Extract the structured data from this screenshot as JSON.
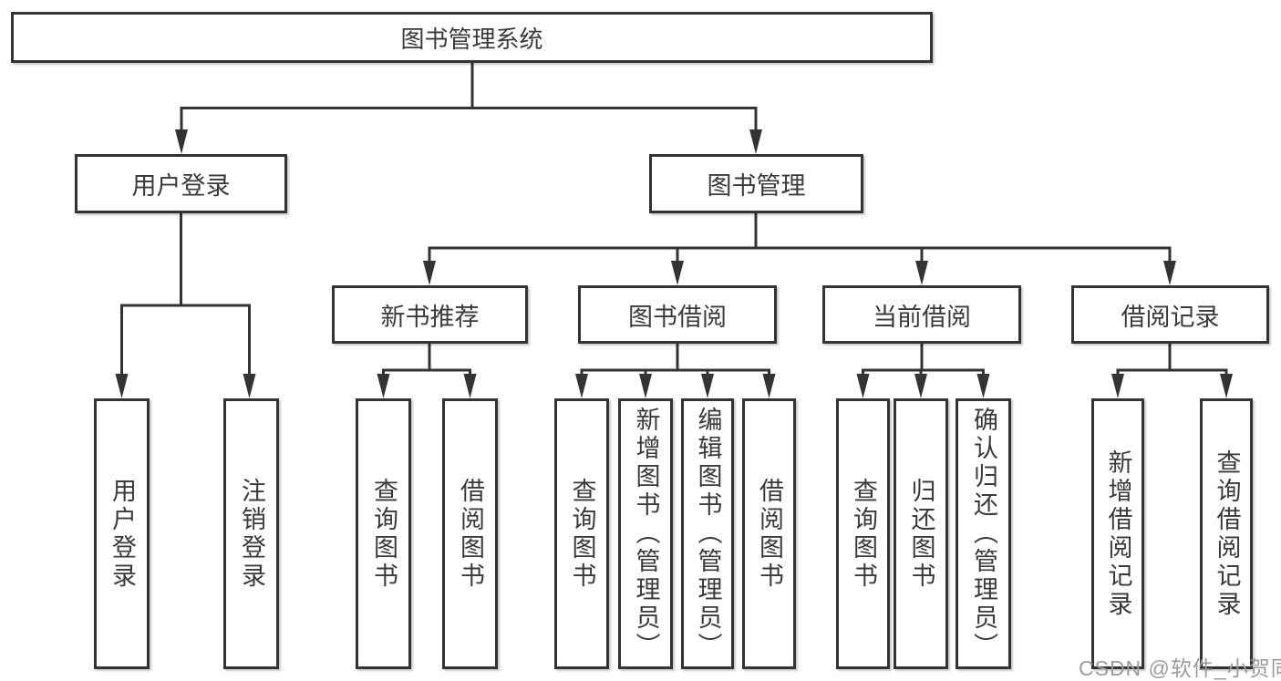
{
  "colors": {
    "line": "#333333",
    "text": "#3a3a3a",
    "boxbg": "#ffffff",
    "pagebg": "#ffffff",
    "watermark": "#9b9b9b"
  },
  "root": {
    "label": "图书管理系统"
  },
  "branches": {
    "userLogin": {
      "label": "用户登录",
      "children": [
        "用户登录",
        "注销登录"
      ]
    },
    "bookManagement": {
      "label": "图书管理"
    }
  },
  "modules": {
    "newBookRecommend": {
      "label": "新书推荐",
      "children": [
        "查询图书",
        "借阅图书"
      ]
    },
    "bookBorrow": {
      "label": "图书借阅",
      "children": [
        "查询图书",
        "新增图书（管理员）",
        "编辑图书（管理员）",
        "借阅图书"
      ]
    },
    "currentBorrow": {
      "label": "当前借阅",
      "children": [
        "查询图书",
        "归还图书",
        "确认归还（管理员）"
      ]
    },
    "borrowRecord": {
      "label": "借阅记录",
      "children": [
        "新增借阅记录",
        "查询借阅记录"
      ]
    }
  },
  "watermark": {
    "text": "CSDN @软件_小贺同学"
  }
}
